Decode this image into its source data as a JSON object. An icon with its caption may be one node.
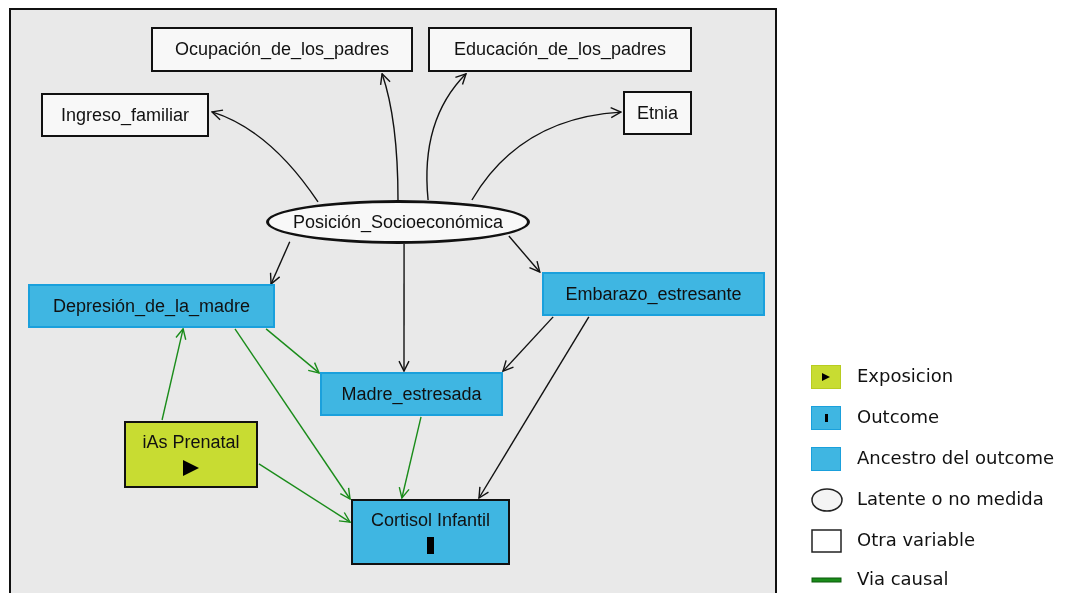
{
  "diagram": {
    "nodes": [
      {
        "text": [
          "Ocupación_de_los_padres"
        ]
      },
      {
        "text": [
          "Educación_de_los_padres"
        ]
      },
      {
        "text": [
          "Ingreso_familiar"
        ]
      },
      {
        "text": [
          "Etnia"
        ]
      },
      {
        "text": [
          "Posición_Socioeconómica"
        ]
      },
      {
        "text": [
          "Depresión_de_la_madre"
        ]
      },
      {
        "text": [
          "Embarazo_estresante"
        ]
      },
      {
        "text": [
          "Madre_estresada"
        ]
      },
      {
        "text": [
          "iAs Prenatal"
        ]
      },
      {
        "text": [
          "Cortisol Infantil"
        ]
      }
    ],
    "edges": [
      {
        "from": 4,
        "to": 2,
        "arrow": "to"
      },
      {
        "from": 4,
        "to": 0,
        "arrow": "to"
      },
      {
        "from": 4,
        "to": 1,
        "arrow": "to"
      },
      {
        "from": 4,
        "to": 3,
        "arrow": "to"
      },
      {
        "from": 4,
        "to": 5,
        "arrow": "to"
      },
      {
        "from": 4,
        "to": 7,
        "arrow": "to"
      },
      {
        "from": 4,
        "to": 6,
        "arrow": "to"
      },
      {
        "from": 5,
        "to": 7,
        "arrow": "to",
        "color": "#1a8c1a"
      },
      {
        "from": 5,
        "to": 9,
        "arrow": "to",
        "color": "#1a8c1a"
      },
      {
        "from": 8,
        "to": 5,
        "arrow": "to",
        "color": "#1a8c1a"
      },
      {
        "from": 8,
        "to": 9,
        "arrow": "to",
        "color": "#1a8c1a"
      },
      {
        "from": 7,
        "to": 9,
        "arrow": "to",
        "color": "#1a8c1a"
      },
      {
        "from": 6,
        "to": 7,
        "arrow": "to"
      },
      {
        "from": 6,
        "to": 9,
        "arrow": "to"
      }
    ],
    "legend": [
      {
        "text": "Exposicion",
        "color": "#c8dc32"
      },
      {
        "text": "Outcome",
        "color": "#3fb6e2"
      },
      {
        "text": "Ancestro del outcome",
        "color": "#3fb6e2"
      },
      {
        "text": "Latente o no medida"
      },
      {
        "text": "Otra variable"
      },
      {
        "text": "Via causal"
      }
    ]
  }
}
